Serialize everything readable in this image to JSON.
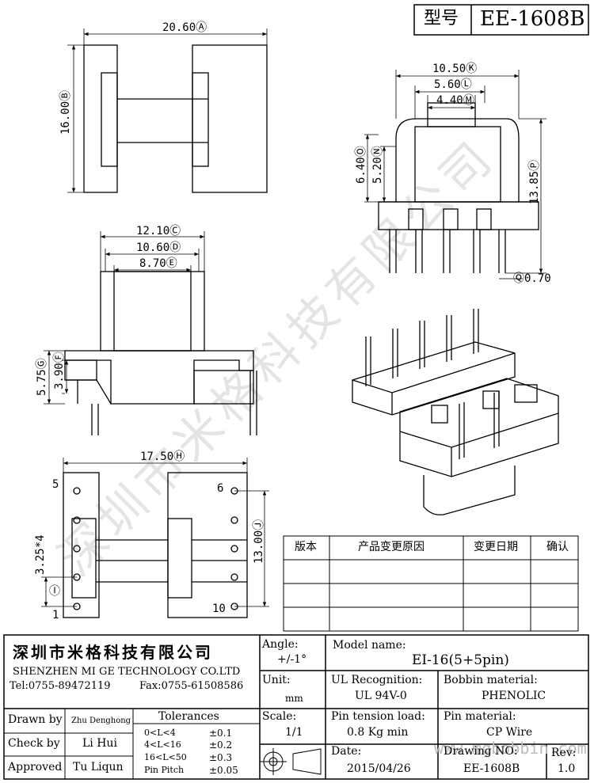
{
  "header": {
    "type_label": "型号",
    "part_number": "EE-1608B"
  },
  "watermark": {
    "company": "深圳市米格科技有限公司",
    "website": "www.mgbobbin.com"
  },
  "dimensions": {
    "top_width": "20.60",
    "top_width_ref": "Ⓐ",
    "top_height": "16.00",
    "top_height_ref": "Ⓑ",
    "mid_outer": "12.10",
    "mid_outer_ref": "Ⓒ",
    "mid_inner": "10.60",
    "mid_inner_ref": "Ⓓ",
    "mid_core": "8.70",
    "mid_core_ref": "Ⓔ",
    "mid_h1": "3.90",
    "mid_h1_ref": "Ⓕ",
    "mid_h2": "5.75",
    "mid_h2_ref": "Ⓖ",
    "bottom_width": "17.50",
    "bottom_width_ref": "Ⓗ",
    "pin_pitch": "3.25*4",
    "pin_pitch_ref": "Ⓘ",
    "bottom_height": "13.00",
    "bottom_height_ref": "Ⓙ",
    "side_width": "10.50",
    "side_width_ref": "Ⓚ",
    "side_w2": "5.60",
    "side_w2_ref": "Ⓛ",
    "side_w3": "4.40",
    "side_w3_ref": "Ⓜ",
    "side_h1": "5.20",
    "side_h1_ref": "Ⓝ",
    "side_h2": "6.40",
    "side_h2_ref": "Ⓞ",
    "side_h3": "13.85",
    "side_h3_ref": "Ⓟ",
    "pin_dia": "0.70",
    "pin_dia_ref": "Ⓠ"
  },
  "pins": {
    "p5": "5",
    "p6": "6",
    "p1": "1",
    "p10": "10"
  },
  "revision_table": {
    "headers": [
      "版本",
      "产品变更原因",
      "变更日期",
      "确认"
    ]
  },
  "title_block": {
    "company_cn": "深圳市米格科技有限公司",
    "company_en": "SHENZHEN  MI GE TECHNOLOGY  CO.LTD",
    "tel": "Tel:0755-89472119",
    "fax": "Fax:0755-61508586",
    "angle_label": "Angle:",
    "angle_value": "+/-1°",
    "unit_label": "Unit:",
    "unit_value": "mm",
    "scale_label": "Scale:",
    "scale_value": "1/1",
    "model_label": "Model name:",
    "model_value": "EI-16(5+5pin)",
    "ul_label": "UL Recognition:",
    "ul_value": "UL 94V-0",
    "bobbin_label": "Bobbin material:",
    "bobbin_value": "PHENOLIC",
    "pin_tension_label": "Pin tension load:",
    "pin_tension_value": "0.8 Kg min",
    "pin_material_label": "Pin material:",
    "pin_material_value": "CP Wire",
    "date_label": "Date:",
    "date_value": "2015/04/26",
    "drawing_no_label": "Drawing NO:",
    "drawing_no_value": "EE-1608B",
    "rev_label": "Rev:",
    "rev_value": "1.0",
    "drawn_by_label": "Drawn by",
    "drawn_by_value": "Zhu Denghong",
    "check_by_label": "Check by",
    "check_by_value": "Li Hui",
    "approved_label": "Approved",
    "approved_value": "Tu Liqun",
    "tolerances_label": "Tolerances",
    "tolerances": [
      {
        "range": "0<L<4",
        "tol": "±0.1"
      },
      {
        "range": "4<L<16",
        "tol": "±0.2"
      },
      {
        "range": "16<L<50",
        "tol": "±0.3"
      },
      {
        "range": "Pin Pitch",
        "tol": "±0.05"
      }
    ]
  }
}
